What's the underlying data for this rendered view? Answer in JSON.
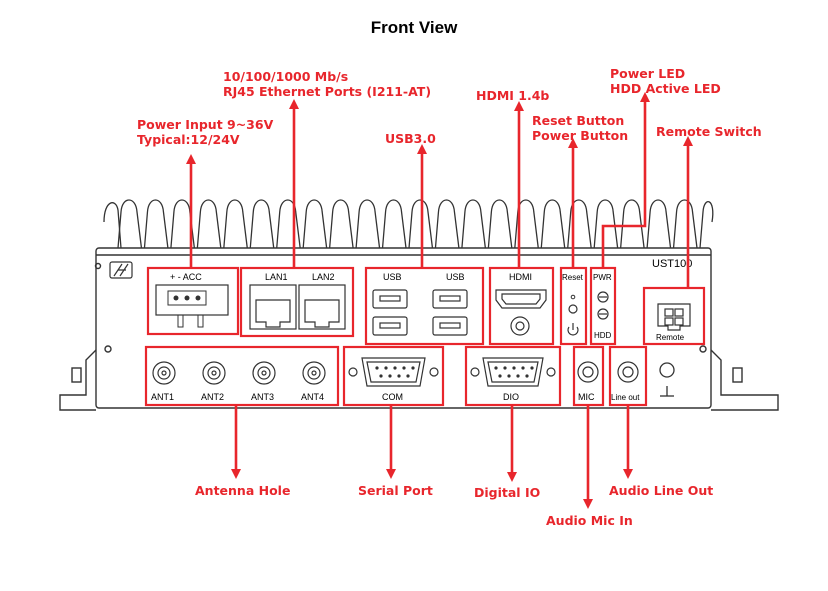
{
  "title": "Front View",
  "callouts": {
    "lan_line1": "10/100/1000 Mb/s",
    "lan_line2": "RJ45 Ethernet Ports (I211-AT)",
    "power_input_line1": "Power Input 9~36V",
    "power_input_line2": "Typical:12/24V",
    "usb": "USB3.0",
    "hdmi": "HDMI 1.4b",
    "reset_line1": "Reset Button",
    "reset_line2": "Power Button",
    "led_line1": "Power LED",
    "led_line2": "HDD Active LED",
    "remote_switch": "Remote Switch",
    "antenna": "Antenna Hole",
    "serial": "Serial Port",
    "digital_io": "Digital IO",
    "audio_mic": "Audio Mic In",
    "audio_line_out": "Audio Line Out"
  },
  "panel_labels": {
    "model": "UST100",
    "power_connector": "+   -   ACC",
    "lan1": "LAN1",
    "lan2": "LAN2",
    "usb_left": "USB",
    "usb_right": "USB",
    "hdmi": "HDMI",
    "reset": "Reset",
    "pwr": "PWR",
    "hdd": "HDD",
    "remote": "Remote",
    "ant1": "ANT1",
    "ant2": "ANT2",
    "ant3": "ANT3",
    "ant4": "ANT4",
    "com": "COM",
    "dio": "DIO",
    "mic": "MIC",
    "line_out": "Line out"
  },
  "colors": {
    "callout": "#e8262c",
    "outline": "#333333"
  }
}
